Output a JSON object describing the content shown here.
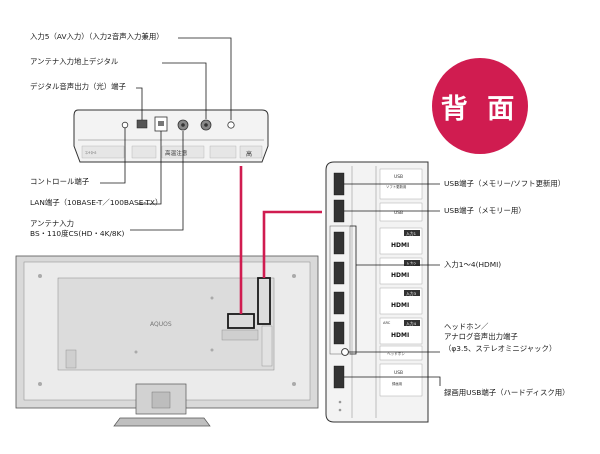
{
  "badge": {
    "text": "背 面",
    "color": "#d01c50"
  },
  "accent_line_color": "#d01c50",
  "top_labels": {
    "input5": "入力5（AV入力）（入力2音声入力兼用）",
    "antenna_terrestrial": "アンテナ入力地上デジタル",
    "digital_audio_out": "デジタル音声出力（光）端子"
  },
  "left_labels": {
    "control": "コントロール端子",
    "lan": "LAN端子（10BASE-T／100BASE-TX）",
    "antenna_bs_line1": "アンテナ入力",
    "antenna_bs_line2": "BS・110度CS(HD・4K/8K)"
  },
  "right_labels": {
    "usb_software": "USB端子（メモリー/ソフト更新用）",
    "usb_memory": "USB端子（メモリー用）",
    "hdmi_inputs": "入力1～4(HDMI)",
    "headphone_line1": "ヘッドホン／",
    "headphone_line2": "アナログ音声出力端子",
    "headphone_line3": "（φ3.5、ステレオミニジャック）",
    "usb_recording": "録画用USB端子（ハードディスク用）"
  },
  "tv": {
    "logo": "AQUOS"
  },
  "top_panel": {
    "warning_label": "高温注意",
    "small_label": "ｺﾝﾄﾛｰﾙ",
    "high_label": "高"
  },
  "side_panel": {
    "usb1": "USB",
    "usb1_sub": "ソフト更新用",
    "usb2": "USB",
    "hdmi_ports": [
      {
        "num": "入力1",
        "logo": "HDMI"
      },
      {
        "num": "入力2",
        "logo": "HDMI"
      },
      {
        "num": "入力3",
        "logo": "HDMI"
      },
      {
        "num": "入力4",
        "logo": "HDMI"
      }
    ],
    "arc": "ARC",
    "headphone": "ヘッドホン",
    "usb_rec": "USB",
    "usb_rec_sub": "録画用"
  }
}
